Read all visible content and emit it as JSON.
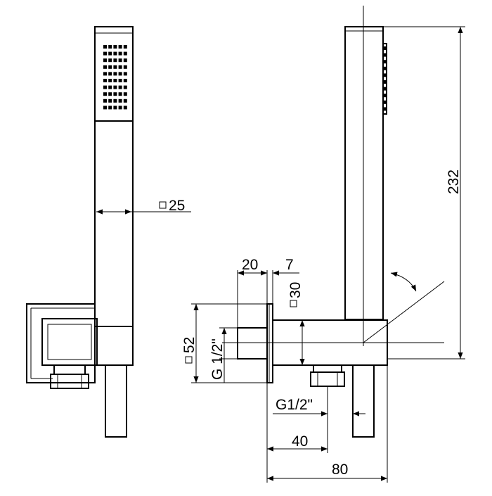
{
  "drawing": {
    "background": "#ffffff",
    "line_color": "#000000",
    "dimensions": {
      "handle_square": "25",
      "total_height": "232",
      "bracket_depth": "20",
      "plate_thickness": "7",
      "hose_square": "30",
      "bracket_square": "52",
      "inlet_thread": "G 1/2\"",
      "outlet_thread": "G1/2\"",
      "outlet_offset": "40",
      "overall_depth": "80"
    },
    "symbols": {
      "square_symbol": "square-icon",
      "rotation_arrow": "rotation-arrow-icon"
    }
  }
}
